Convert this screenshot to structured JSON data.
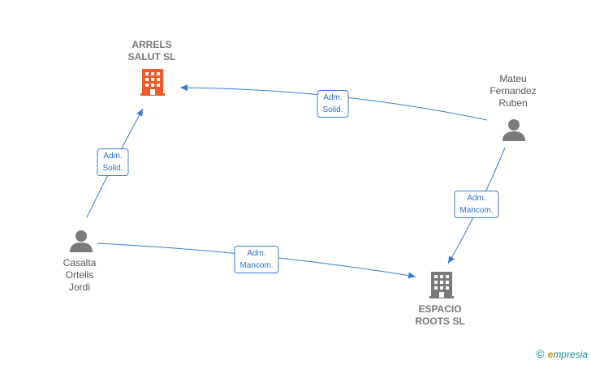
{
  "nodes": {
    "arrels": {
      "label": "ARRELS\nSALUT  SL",
      "type": "company",
      "color": "#f05a28"
    },
    "espacio": {
      "label": "ESPACIO\nROOTS  SL",
      "type": "company",
      "color": "#7a7a7a"
    },
    "mateu": {
      "label": "Mateu\nFernandez\nRuben",
      "type": "person",
      "color": "#7a7a7a"
    },
    "casalta": {
      "label": "Casalta\nOrtells\nJordi",
      "type": "person",
      "color": "#7a7a7a"
    }
  },
  "edges": {
    "mateu_arrels": {
      "label": "Adm.\nSolid."
    },
    "casalta_arrels": {
      "label": "Adm.\nSolid."
    },
    "mateu_espacio": {
      "label": "Adm.\nMancom."
    },
    "casalta_espacio": {
      "label": "Adm.\nMancom."
    }
  },
  "colors": {
    "edge": "#3a7bd5"
  },
  "brand": {
    "copyright": "©",
    "initial": "e",
    "name": "mpresia"
  }
}
